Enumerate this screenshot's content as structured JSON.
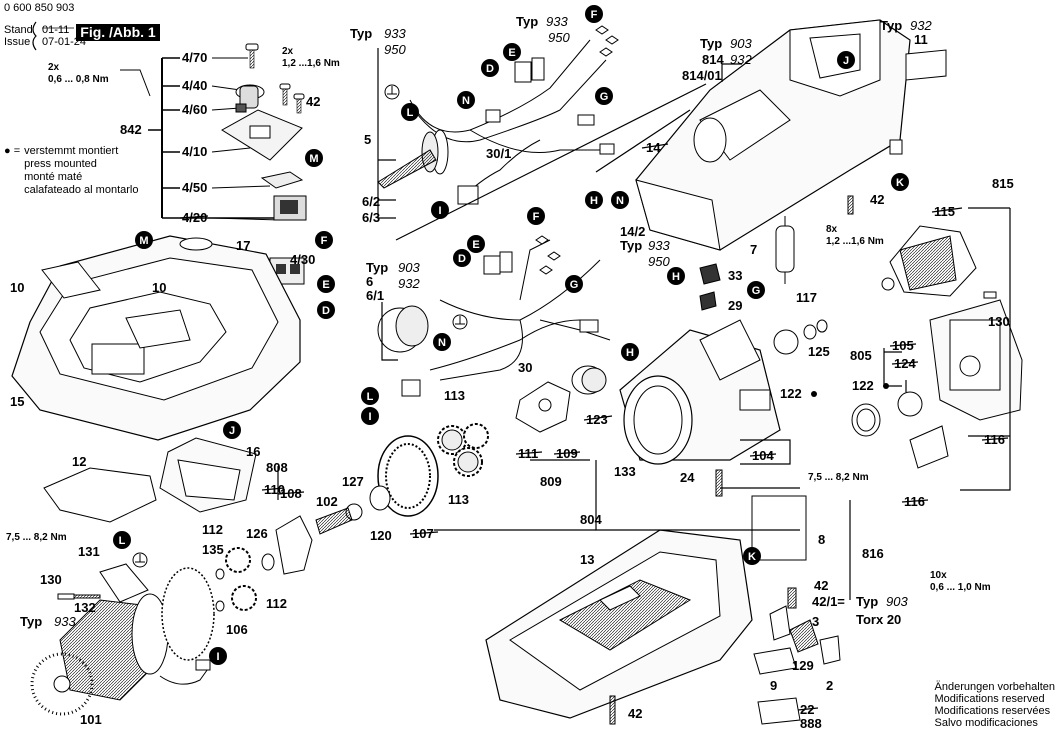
{
  "header": {
    "doc_number": "0 600 850 903",
    "stand_label": "Stand",
    "stand_value": "01-11",
    "issue_label": "Issue",
    "issue_value": "07-01-24",
    "figure_title": "Fig. /Abb. 1"
  },
  "legend": {
    "symbol": "● =",
    "lines": [
      "verstemmt montiert",
      "press mounted",
      "monté maté",
      "calafateado al montarlo"
    ]
  },
  "footer": {
    "lines": [
      "Änderungen vorbehalten",
      "Modifications reserved",
      "Modifications reservées",
      "Salvo modificaciones"
    ]
  },
  "torque_notes": {
    "top_left": [
      "2x",
      "0,6 ... 0,8 Nm"
    ],
    "top_screws": [
      "2x",
      "1,2 ...1,6 Nm"
    ],
    "housing_screws": [
      "8x",
      "1,2 ...1,6 Nm"
    ],
    "left_motor": "7,5 ... 8,2 Nm",
    "center_right": "7,5 ... 8,2 Nm",
    "base_screws": [
      "10x",
      "0,6 ... 1,0 Nm"
    ]
  },
  "types": {
    "typ_label": "Typ",
    "t933_950": [
      "933",
      "950"
    ],
    "t903_932": [
      "903",
      "932"
    ],
    "t932": "932",
    "t933": "933",
    "t903": "903",
    "torx": "Torx 20"
  },
  "callouts": {
    "letters": [
      "D",
      "E",
      "F",
      "G",
      "H",
      "I",
      "J",
      "K",
      "L",
      "M",
      "N"
    ],
    "part_numbers": {
      "p470": "4/70",
      "p440": "4/40",
      "p460": "4/60",
      "p842": "842",
      "p410": "4/10",
      "p450": "4/50",
      "p420": "4/20",
      "p430": "4/30",
      "p42": "42",
      "p5": "5",
      "p301": "30/1",
      "p62": "6/2",
      "p63": "6/3",
      "p814": "814",
      "p8141": "814/01",
      "p11": "11",
      "p14": "14",
      "p142": "14/2",
      "p815": "815",
      "p115": "115",
      "p17": "17",
      "p10": "10",
      "p15": "15",
      "p6": "6",
      "p61": "6/1",
      "p30": "30",
      "p7": "7",
      "p33": "33",
      "p29": "29",
      "p117": "117",
      "p125": "125",
      "p130": "130",
      "p105": "105",
      "p805": "805",
      "p124": "124",
      "p122": "122",
      "p113": "113",
      "p123": "123",
      "p111": "111",
      "p109": "109",
      "p809": "809",
      "p133": "133",
      "p104": "104",
      "p24": "24",
      "p116": "116",
      "p16": "16",
      "p12": "12",
      "p808": "808",
      "p110": "110",
      "p108": "108",
      "p127": "127",
      "p102": "102",
      "p112": "112",
      "p126": "126",
      "p135": "135",
      "p120": "120",
      "p107": "107",
      "p804": "804",
      "p8": "8",
      "p816": "816",
      "p131": "131",
      "p132": "132",
      "p106": "106",
      "p101": "101",
      "p13": "13",
      "p3": "3",
      "p421": "42/1=",
      "p129": "129",
      "p2": "2",
      "p9": "9",
      "p22": "22",
      "p888": "888"
    }
  }
}
